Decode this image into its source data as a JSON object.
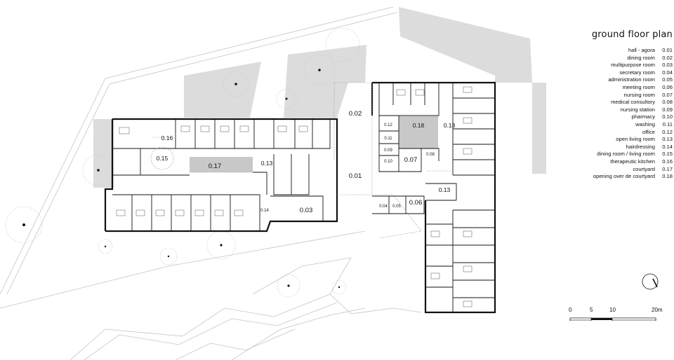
{
  "legend": {
    "title": "ground floor plan",
    "items": [
      {
        "name": "hall - agora",
        "code": "0.01"
      },
      {
        "name": "dining room",
        "code": "0.02"
      },
      {
        "name": "multipurpose room",
        "code": "0.03"
      },
      {
        "name": "secretary room",
        "code": "0.04"
      },
      {
        "name": "administration room",
        "code": "0.05"
      },
      {
        "name": "meeting room",
        "code": "0.06"
      },
      {
        "name": "nursing room",
        "code": "0.07"
      },
      {
        "name": "medical consultory",
        "code": "0.08"
      },
      {
        "name": "nursing station",
        "code": "0.09"
      },
      {
        "name": "pharmacy",
        "code": "0.10"
      },
      {
        "name": "washing",
        "code": "0.11"
      },
      {
        "name": "office",
        "code": "0.12"
      },
      {
        "name": "open living room",
        "code": "0.13"
      },
      {
        "name": "hairdressing",
        "code": "0.14"
      },
      {
        "name": "dining room / living room",
        "code": "0.15"
      },
      {
        "name": "therapeutic kitchen",
        "code": "0.16"
      },
      {
        "name": "courtyard",
        "code": "0.17"
      },
      {
        "name": "opening over de courtyard",
        "code": "0.18"
      }
    ]
  },
  "room_labels": {
    "r01": "0.01",
    "r02": "0.02",
    "r03": "0.03",
    "r04": "0.04",
    "r05": "0.05",
    "r06": "0.06",
    "r07": "0.07",
    "r08": "0.08",
    "r09": "0.09",
    "r10": "0.10",
    "r11": "0.11",
    "r12": "0.12",
    "r13a": "0.13",
    "r13b": "0.13",
    "r13c": "0.13",
    "r14": "0.14",
    "r15": "0.15",
    "r16": "0.16",
    "r17": "0.17",
    "r18": "0.18"
  },
  "scale_bar": {
    "labels": [
      "0",
      "5",
      "10",
      "20m"
    ]
  },
  "colors": {
    "shade": "#dcdcdc",
    "courtyard": "#c8c8c8",
    "wall": "#111111",
    "line": "#bdbdbd"
  }
}
